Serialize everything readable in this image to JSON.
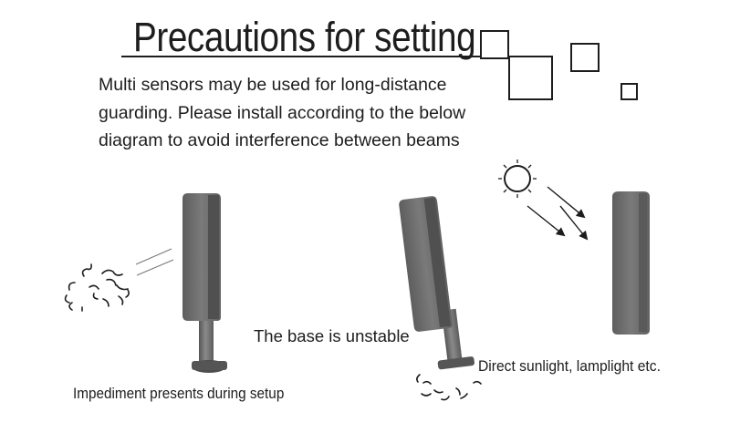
{
  "title": "Precautions for setting",
  "intro": {
    "line1": "Multi sensors may be used for long-distance",
    "line2": "guarding. Please install according to the below",
    "line3": "diagram to avoid interference between beams"
  },
  "labels": {
    "impediment": "Impediment presents during setup",
    "unstable_base": "The base is unstable",
    "direct_light": "Direct sunlight, lamplight etc."
  },
  "colors": {
    "background": "#ffffff",
    "text": "#1d1d1d",
    "sensor_body": "#6f6f6f",
    "sensor_shadow": "#4a4a4a",
    "outline": "#222222"
  }
}
